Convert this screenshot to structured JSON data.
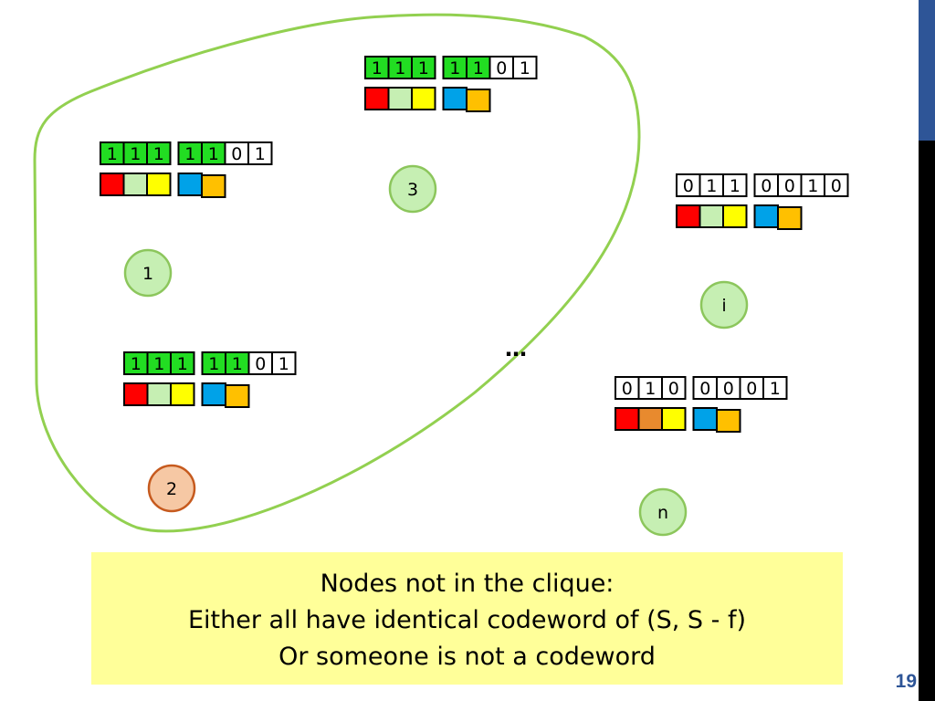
{
  "slide": {
    "page_number": "19",
    "ellipsis": "…",
    "caption": {
      "line1": "Nodes not in the clique:",
      "line2": "Either all have identical codeword of (S, S - f)",
      "line3": "Or someone is not a codeword"
    },
    "colors": {
      "green_bit": "#22dd22",
      "white_bit": "#ffffff",
      "node_fill": "#c6efb3",
      "node_stroke": "#8cc65c",
      "highlight_node_fill": "#f6c8a4",
      "highlight_node_stroke": "#c65a1e",
      "clique_outline": "#92d050",
      "caption_bg": "#ffff99",
      "accent_blue": "#2e5597"
    },
    "nodes": [
      {
        "id": "node-3",
        "label": "3",
        "highlighted": false,
        "bits": [
          "1",
          "1",
          "1",
          "1",
          "1",
          "0",
          "1"
        ],
        "colors": [
          "#ff0000",
          "#c6efb3",
          "#ffff00",
          "#00a2e8",
          "#ffc000"
        ]
      },
      {
        "id": "node-1",
        "label": "1",
        "highlighted": false,
        "bits": [
          "1",
          "1",
          "1",
          "1",
          "1",
          "0",
          "1"
        ],
        "colors": [
          "#ff0000",
          "#c6efb3",
          "#ffff00",
          "#00a2e8",
          "#ffc000"
        ]
      },
      {
        "id": "node-2",
        "label": "2",
        "highlighted": true,
        "bits": [
          "1",
          "1",
          "1",
          "1",
          "1",
          "0",
          "1"
        ],
        "colors": [
          "#ff0000",
          "#c6efb3",
          "#ffff00",
          "#00a2e8",
          "#ffc000"
        ]
      },
      {
        "id": "node-i",
        "label": "i",
        "highlighted": false,
        "bits": [
          "0",
          "1",
          "1",
          "0",
          "0",
          "1",
          "0"
        ],
        "colors": [
          "#ff0000",
          "#c6efb3",
          "#ffff00",
          "#00a2e8",
          "#ffc000"
        ]
      },
      {
        "id": "node-n",
        "label": "n",
        "highlighted": false,
        "bits": [
          "0",
          "1",
          "0",
          "0",
          "0",
          "0",
          "1"
        ],
        "colors": [
          "#ff0000",
          "#e88a2e",
          "#ffff00",
          "#00a2e8",
          "#ffc000"
        ]
      }
    ]
  }
}
